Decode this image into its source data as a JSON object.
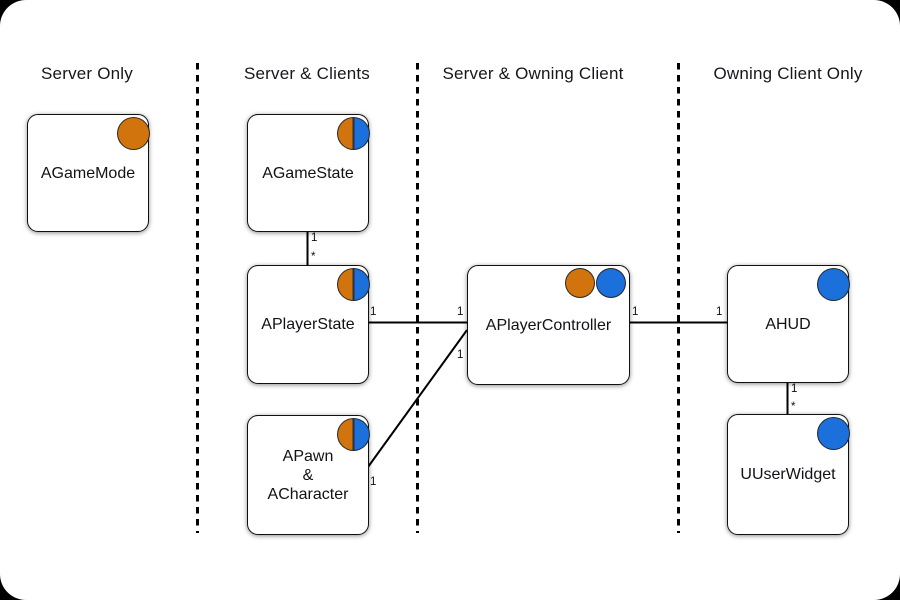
{
  "colors": {
    "server": "#D2740E",
    "client": "#1B70DC",
    "line": "#000000",
    "node_background": "#FFFFFF",
    "page_background": "#FFFFFF"
  },
  "columns": [
    {
      "label": "Server Only"
    },
    {
      "label": "Server & Clients"
    },
    {
      "label": "Server & Owning Client"
    },
    {
      "label": "Owning Client Only"
    }
  ],
  "nodes": [
    {
      "label": "AGameMode",
      "column": "Server Only",
      "badges": [
        "server"
      ]
    },
    {
      "label": "AGameState",
      "column": "Server & Clients",
      "badges": [
        "server+client"
      ]
    },
    {
      "label": "APlayerState",
      "column": "Server & Clients",
      "badges": [
        "server+client"
      ]
    },
    {
      "label": "APawn\n&\nACharacter",
      "column": "Server & Clients",
      "badges": [
        "server+client"
      ]
    },
    {
      "label": "APlayerController",
      "column": "Server & Owning Client",
      "badges": [
        "server",
        "client"
      ]
    },
    {
      "label": "AHUD",
      "column": "Owning Client Only",
      "badges": [
        "client"
      ]
    },
    {
      "label": "UUserWidget",
      "column": "Owning Client Only",
      "badges": [
        "client"
      ]
    }
  ],
  "edges": [
    {
      "from": "AGameState",
      "to": "APlayerState",
      "from_multiplicity": "1",
      "to_multiplicity": "*"
    },
    {
      "from": "APlayerState",
      "to": "APlayerController",
      "from_multiplicity": "1",
      "to_multiplicity": "1"
    },
    {
      "from": "APawn & ACharacter",
      "to": "APlayerController",
      "from_multiplicity": "1",
      "to_multiplicity": "1"
    },
    {
      "from": "APlayerController",
      "to": "AHUD",
      "from_multiplicity": "1",
      "to_multiplicity": "1"
    },
    {
      "from": "AHUD",
      "to": "UUserWidget",
      "from_multiplicity": "1",
      "to_multiplicity": "*"
    }
  ]
}
